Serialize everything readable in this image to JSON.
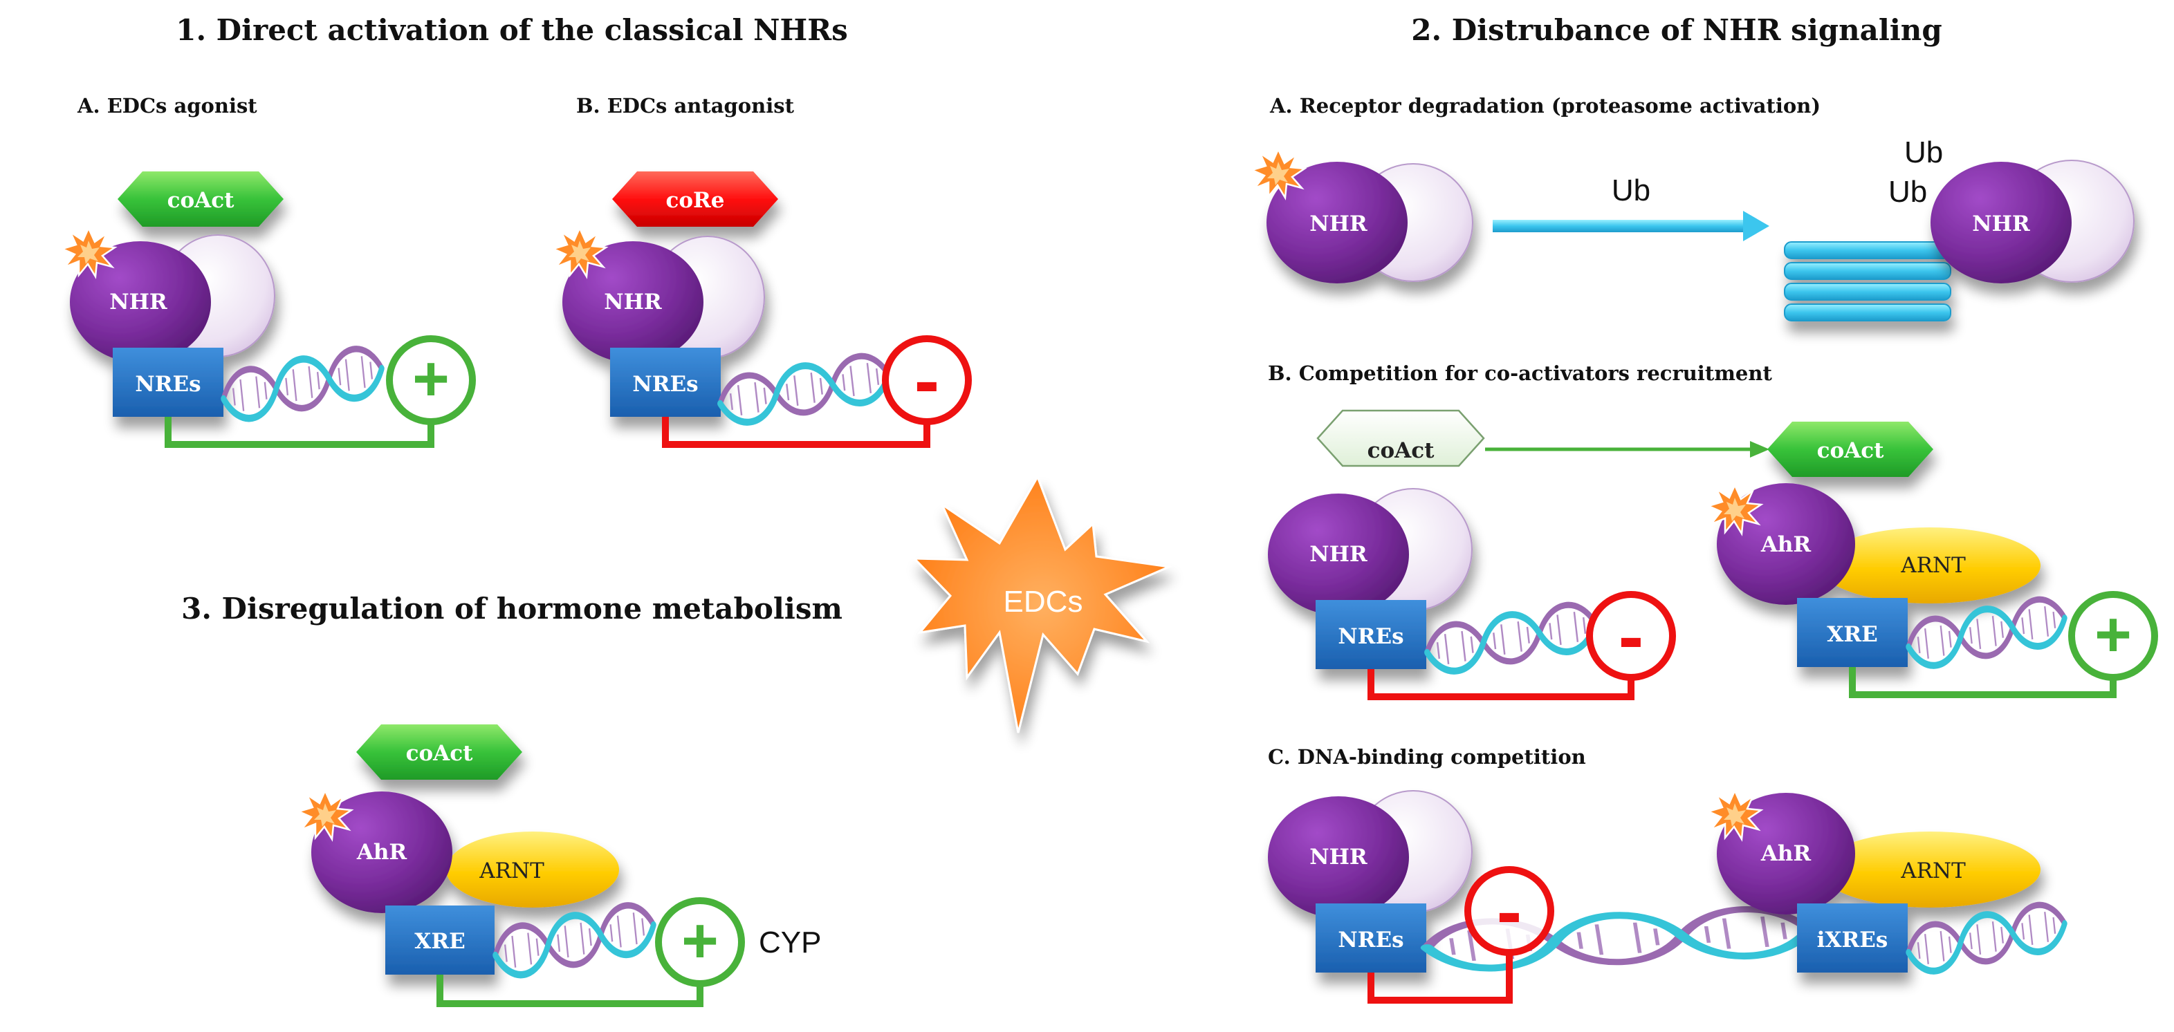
{
  "section1": {
    "title": "1. Direct activation of the classical NHRs",
    "panelA": {
      "label": "A. EDCs agonist",
      "coactivator": "coAct",
      "receptor": "NHR",
      "element": "NREs",
      "effect": "+"
    },
    "panelB": {
      "label": "B. EDCs antagonist",
      "corepressor": "coRe",
      "receptor": "NHR",
      "element": "NREs",
      "effect": "-"
    }
  },
  "section2": {
    "title": "2. Distrubance of NHR signaling",
    "panelA": {
      "label": "A. Receptor degradation (proteasome activation)",
      "receptor_left": "NHR",
      "arrow_label": "Ub",
      "ub_top": "Ub",
      "ub_bottom": "Ub",
      "receptor_right": "NHR"
    },
    "panelB": {
      "label": "B. Competition for co-activators recruitment",
      "coactivator_left": "coAct",
      "coactivator_right": "coAct",
      "receptor": "NHR",
      "element": "NREs",
      "effect_left": "-",
      "ahr": "AhR",
      "arnt": "ARNT",
      "xre": "XRE",
      "effect_right": "+"
    },
    "panelC": {
      "label": "C. DNA-binding competition",
      "receptor": "NHR",
      "element": "NREs",
      "effect": "-",
      "ahr": "AhR",
      "arnt": "ARNT",
      "ixre": "iXREs"
    }
  },
  "section3": {
    "title": "3. Disregulation of hormone metabolism",
    "coactivator": "coAct",
    "ahr": "AhR",
    "arnt": "ARNT",
    "xre": "XRE",
    "effect": "+",
    "target": "CYP"
  },
  "center": {
    "label": "EDCs"
  },
  "colors": {
    "receptor": "#7b2d9e",
    "partner": "#ede2f3",
    "coactivator": "#38c23a",
    "corepressor": "#ff1010",
    "element": "#1f70c0",
    "arnt": "#ffcc00",
    "positive": "#48b23a",
    "negative": "#ee1111",
    "burst": "#ff8c28",
    "dna_a": "#35c4d8",
    "dna_b": "#9a6ab0",
    "proteasome": "#3cc6ee"
  }
}
